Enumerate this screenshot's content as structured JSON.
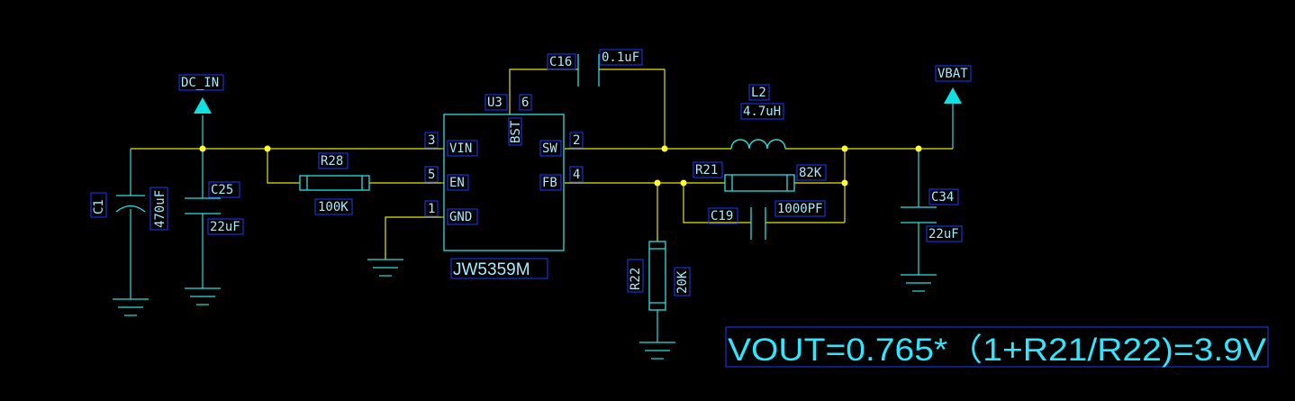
{
  "colors": {
    "background": "#000000",
    "wire": "#e6e600",
    "component": "#2ae0e0",
    "label_text": "#a6ecff",
    "label_box": "#1b3bff",
    "junction": "#ffff33",
    "arrow": "#10e0e0"
  },
  "nets": {
    "dc_in": "DC_IN",
    "vbat": "VBAT"
  },
  "ic": {
    "ref": "U3",
    "part": "JW5359M",
    "pins": {
      "vin": {
        "name": "VIN",
        "num": "3"
      },
      "en": {
        "name": "EN",
        "num": "5"
      },
      "gnd": {
        "name": "GND",
        "num": "1"
      },
      "bst": {
        "name": "BST",
        "num": "6"
      },
      "sw": {
        "name": "SW",
        "num": "2"
      },
      "fb": {
        "name": "FB",
        "num": "4"
      }
    }
  },
  "components": {
    "c1": {
      "ref": "C1",
      "value": "470uF"
    },
    "c25": {
      "ref": "C25",
      "value": "22uF"
    },
    "r28": {
      "ref": "R28",
      "value": "100K"
    },
    "c16": {
      "ref": "C16",
      "value": "0.1uF"
    },
    "l2": {
      "ref": "L2",
      "value": "4.7uH"
    },
    "r21": {
      "ref": "R21",
      "value": "82K"
    },
    "c19": {
      "ref": "C19",
      "value": "1000PF"
    },
    "r22": {
      "ref": "R22",
      "value": "20K"
    },
    "c34": {
      "ref": "C34",
      "value": "22uF"
    }
  },
  "formula": "VOUT=0.765*（1+R21/R22)=3.9V"
}
